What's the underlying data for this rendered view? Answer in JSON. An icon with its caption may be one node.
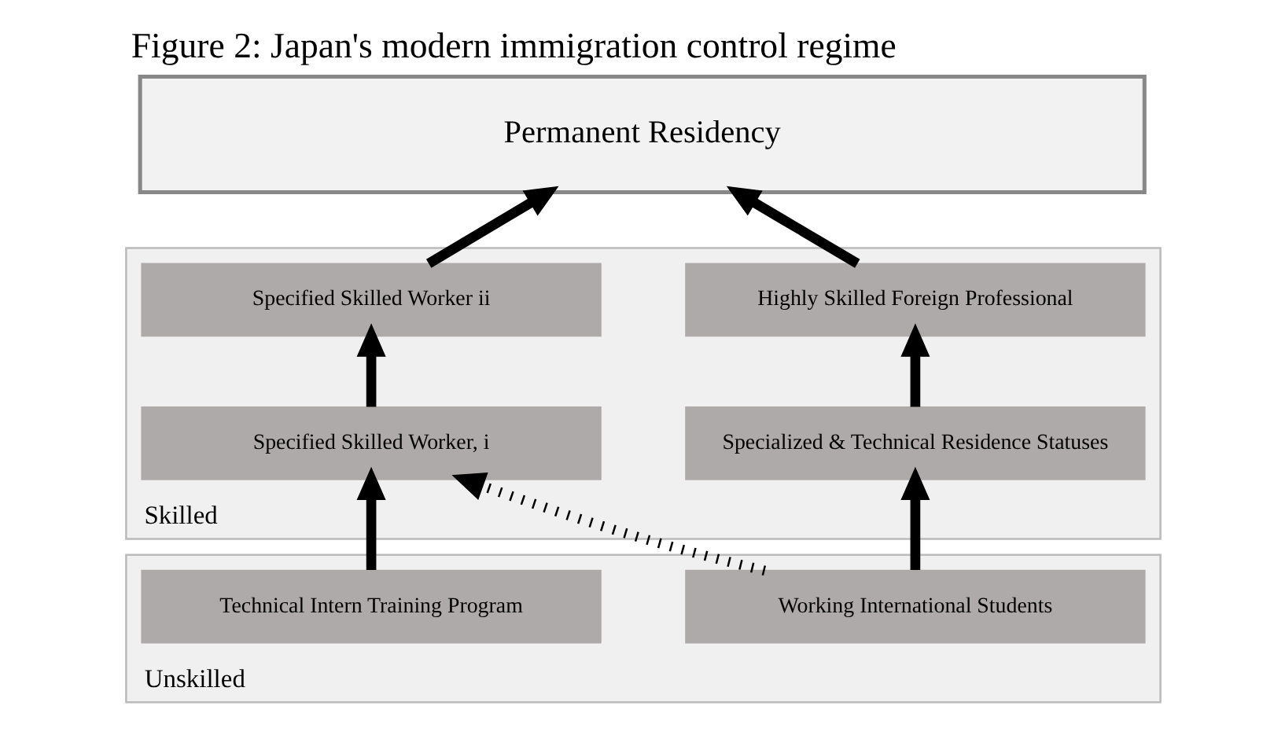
{
  "diagram": {
    "title": "Figure 2: Japan's modern immigration control regime",
    "nodes": [
      {
        "text": [
          "Permanent Residency"
        ]
      },
      {
        "text": [
          "Skilled"
        ]
      },
      {
        "text": [
          "Unskilled"
        ]
      },
      {
        "text": [
          "Highly Skilled Foreign Professional"
        ],
        "in": 1
      },
      {
        "text": [
          "Specified Skilled Worker ii"
        ],
        "in": 1
      },
      {
        "text": [
          "Specialized & Technical Residence Statuses"
        ],
        "in": 1
      },
      {
        "text": [
          "Specified Skilled Worker, i"
        ],
        "in": 1
      },
      {
        "text": [
          "Working International Students"
        ],
        "in": 2
      },
      {
        "text": [
          "Technical Intern Training Program"
        ],
        "in": 2
      }
    ],
    "edges": [
      {
        "from": 3,
        "to": 0,
        "arrow": "to"
      },
      {
        "from": 4,
        "to": 0,
        "arrow": "to"
      },
      {
        "from": 5,
        "to": 3,
        "arrow": "to"
      },
      {
        "from": 6,
        "to": 4,
        "arrow": "to"
      },
      {
        "from": 7,
        "to": 5,
        "arrow": "to"
      },
      {
        "from": 8,
        "to": 6,
        "arrow": "to"
      },
      {
        "from": 7,
        "to": 6,
        "arrow": "to",
        "style": "dashed"
      }
    ]
  }
}
